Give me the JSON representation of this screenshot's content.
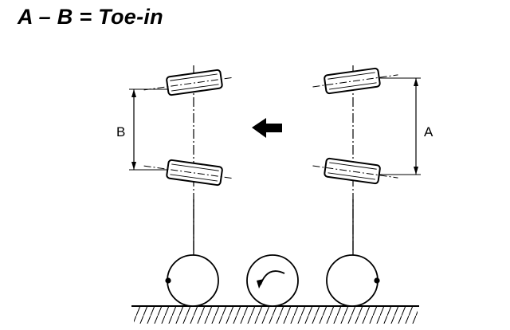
{
  "title": "A – B = Toe-in",
  "labels": {
    "a": "A",
    "b": "B"
  },
  "icons": {
    "direction_arrow": "arrow-left-icon",
    "rotation_arrow": "rotation-arrow-icon"
  },
  "colors": {
    "ink": "#000000",
    "background": "#ffffff"
  }
}
